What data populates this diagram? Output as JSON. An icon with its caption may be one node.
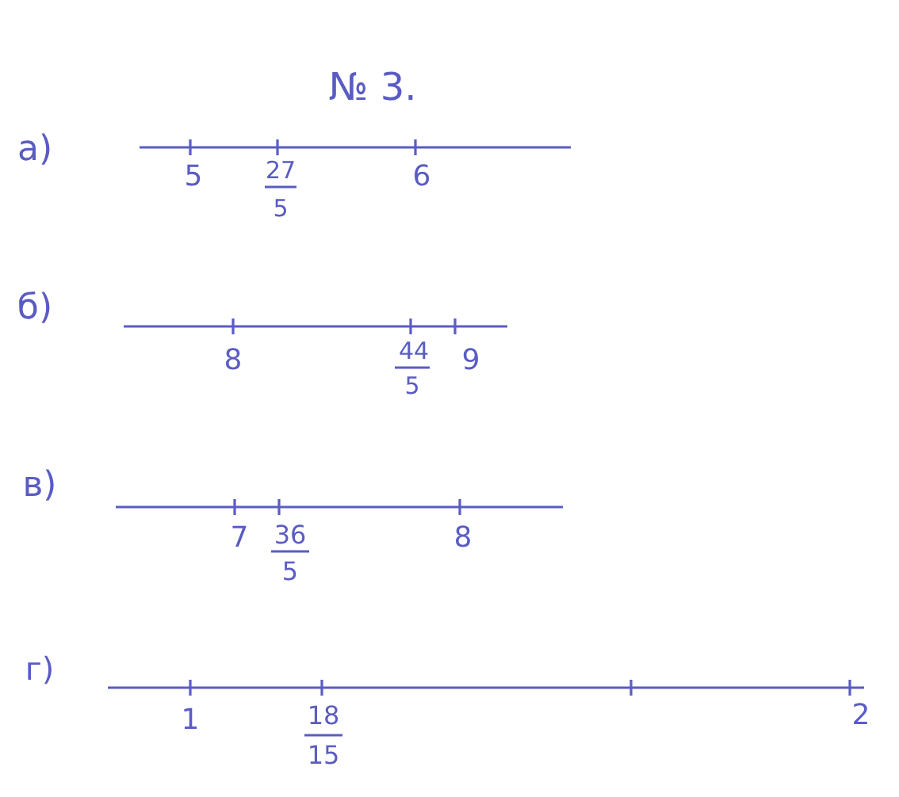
{
  "diagram": {
    "title": "№ 3.",
    "labels": [
      "а)",
      "5",
      "27",
      "5",
      "6",
      "б)",
      "8",
      "44",
      "5",
      "9",
      "в)",
      "7",
      "36",
      "5",
      "8",
      "г)",
      "1",
      "18",
      "15",
      "2"
    ]
  }
}
